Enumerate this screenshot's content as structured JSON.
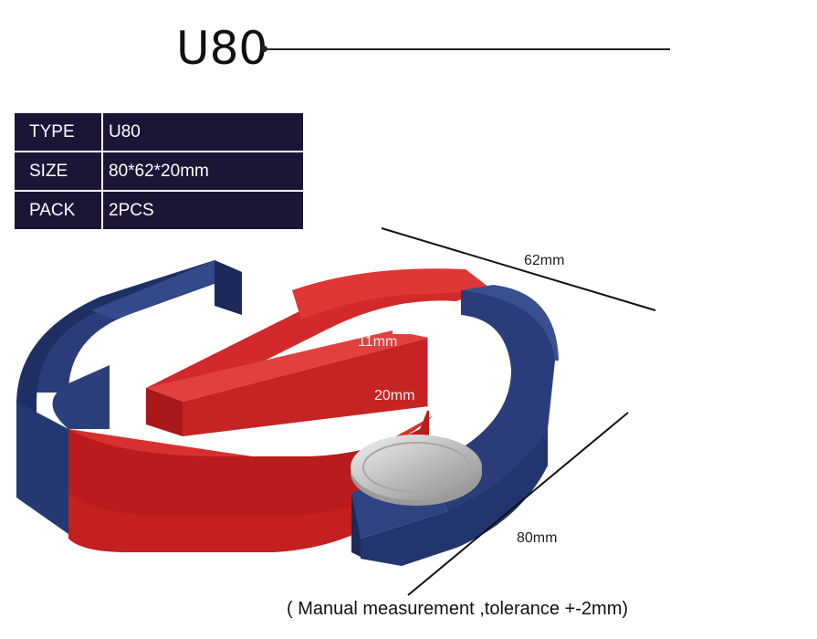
{
  "title": "U80",
  "specs": [
    {
      "key": "TYPE",
      "value": "U80"
    },
    {
      "key": "SIZE",
      "value": "80*62*20mm"
    },
    {
      "key": "PACK",
      "value": "2PCS"
    }
  ],
  "dimensions": {
    "width": "62mm",
    "length": "80mm",
    "thickness": "11mm",
    "height": "20mm"
  },
  "note": "( Manual measurement ,tolerance +-2mm)",
  "colors": {
    "blue_pole": "#23366f",
    "red_pole": "#c81e1e",
    "table_bg": "#1c1536"
  }
}
